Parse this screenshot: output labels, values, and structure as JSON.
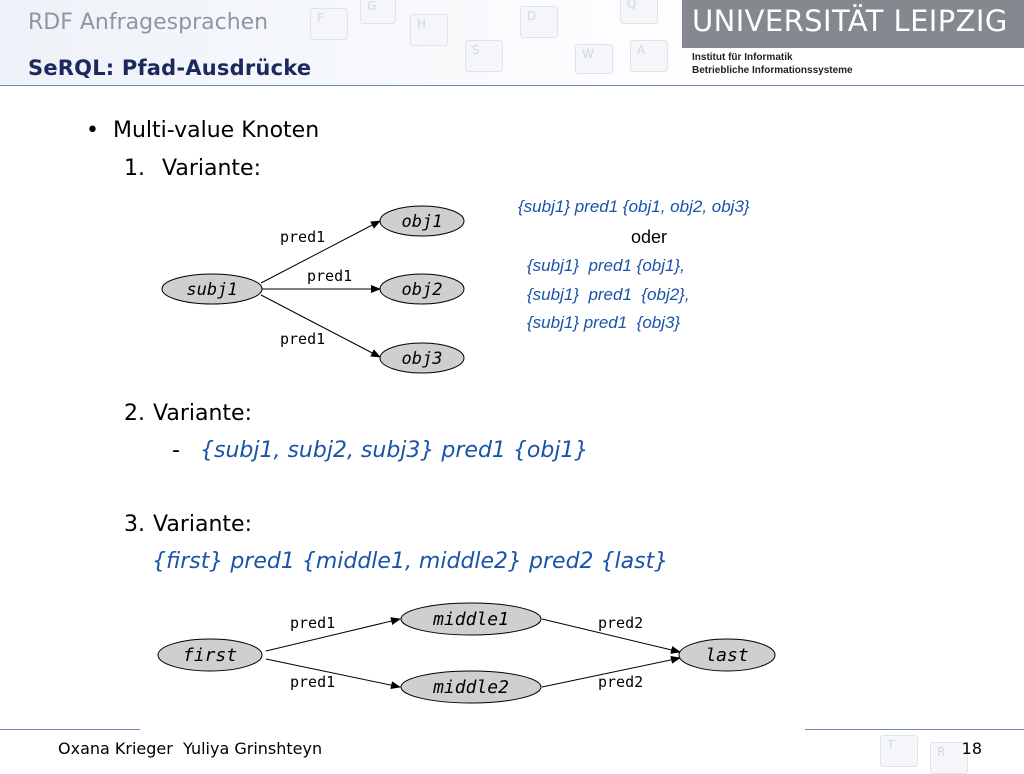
{
  "header": {
    "topic": "RDF Anfragesprachen",
    "title": "SeRQL: Pfad-Ausdrücke",
    "logo_text": "UNIVERSITÄT LEIPZIG",
    "institute_line1": "Institut für Informatik",
    "institute_line2": "Betriebliche Informationssysteme",
    "background_keys": [
      "F",
      "G",
      "H",
      "S",
      "D",
      "W",
      "Q",
      "A",
      "T",
      "R"
    ]
  },
  "content": {
    "bullet": "Multi-value Knoten",
    "v1_number": "1.",
    "v1_label": "Variante:",
    "v1_line1": "{subj1} pred1 {obj1, obj2, obj3}",
    "v1_or": "oder",
    "v1_line2": "{subj1}  pred1 {obj1},",
    "v1_line3": "{subj1}  pred1  {obj2},",
    "v1_line4": "{subj1} pred1  {obj3}",
    "v2_number": "2.",
    "v2_label": "Variante:",
    "v2_dash": "-",
    "v2_expr": "{subj1, subj2, subj3} pred1 {obj1}",
    "v3_number": "3.",
    "v3_label": "Variante:",
    "v3_expr": "{first} pred1 {middle1, middle2} pred2 {last}"
  },
  "graph1": {
    "subject": "subj1",
    "objects": [
      "obj1",
      "obj2",
      "obj3"
    ],
    "predicates": [
      "pred1",
      "pred1",
      "pred1"
    ]
  },
  "graph2": {
    "start": "first",
    "middles": [
      "middle1",
      "middle2"
    ],
    "end": "last",
    "pred_in": [
      "pred1",
      "pred1"
    ],
    "pred_out": [
      "pred2",
      "pred2"
    ]
  },
  "footer": {
    "authors": "Oxana Krieger  Yuliya Grinshteyn",
    "page": "18"
  },
  "colors": {
    "title": "#1a2a5e",
    "code": "#1a53a8",
    "logo_bg": "#84898f",
    "rule": "#6d89b8",
    "node_fill": "#cfcfcf"
  }
}
